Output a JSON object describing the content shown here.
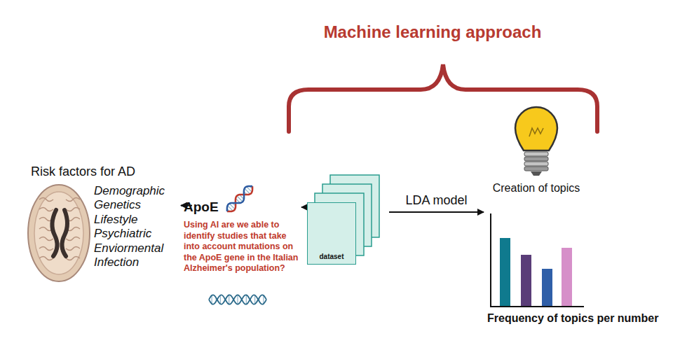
{
  "diagram": {
    "title": "Machine learning approach",
    "nodes": [
      {
        "text": [
          "Risk factors for AD",
          "Demographic",
          "Genetics",
          "Lifestyle",
          "Psychiatric",
          "Enviormental",
          "Infection"
        ]
      },
      {
        "text": [
          "ApoE",
          "Using AI are we able to identify studies that take into account mutations on the ApoE gene in the Italian Alzheimer's population?"
        ]
      },
      {
        "text": [
          "dataset"
        ]
      },
      {
        "text": [
          "Creation of topics"
        ]
      },
      {
        "text": [
          "Frequency of topics per number"
        ]
      }
    ],
    "edges": [
      {
        "from": 0,
        "to": 1,
        "arrow": "to"
      },
      {
        "from": 1,
        "to": 2,
        "arrow": "to"
      },
      {
        "from": 2,
        "to": 4,
        "label": "LDA model",
        "arrow": "to"
      }
    ]
  }
}
